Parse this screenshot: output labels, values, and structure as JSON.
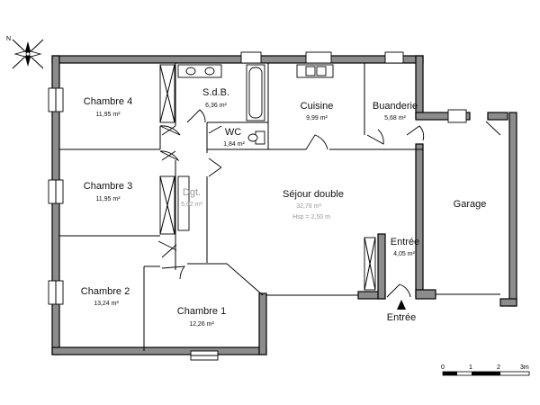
{
  "rooms": {
    "chambre4": {
      "name": "Chambre 4",
      "area": "11,95 m²"
    },
    "sdb": {
      "name": "S.d.B.",
      "area": "6,36 m²"
    },
    "cuisine": {
      "name": "Cuisine",
      "area": "9,99 m²"
    },
    "buanderie": {
      "name": "Buanderie",
      "area": "5,68 m²"
    },
    "wc": {
      "name": "WC",
      "area": "1,84 m²"
    },
    "chambre3": {
      "name": "Chambre 3",
      "area": "11,95 m²"
    },
    "dgt": {
      "name": "Dgt.",
      "area": "5,02 m²"
    },
    "sejour": {
      "name": "Séjour double",
      "area": "32,78 m²",
      "height": "Hsp = 2,50 m"
    },
    "garage": {
      "name": "Garage"
    },
    "entree": {
      "name": "Entrée",
      "area": "4,05 m²"
    },
    "chambre2": {
      "name": "Chambre 2",
      "area": "13,24 m²"
    },
    "chambre1": {
      "name": "Chambre 1",
      "area": "12,26 m²"
    }
  },
  "entrance_label": "Entrée",
  "compass": {
    "north_letter": "N"
  },
  "scale": {
    "ticks": [
      "0",
      "1",
      "2",
      "3m"
    ]
  }
}
